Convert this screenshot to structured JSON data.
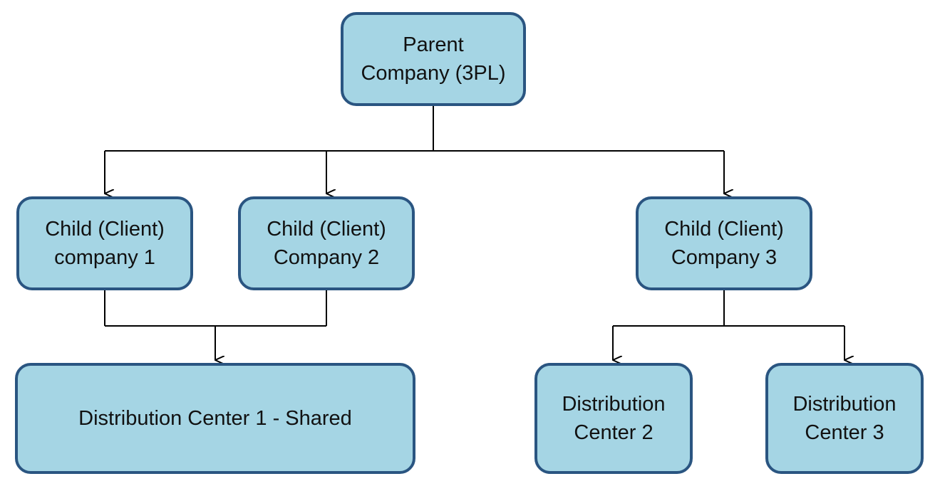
{
  "diagram": {
    "nodes": {
      "parent": {
        "line1": "Parent",
        "line2": "Company (3PL)"
      },
      "child1": {
        "line1": "Child (Client)",
        "line2": "company 1"
      },
      "child2": {
        "line1": "Child (Client)",
        "line2": "Company 2"
      },
      "child3": {
        "line1": "Child (Client)",
        "line2": "Company 3"
      },
      "dc1": {
        "line1": "Distribution Center 1 - Shared"
      },
      "dc2": {
        "line1": "Distribution",
        "line2": "Center 2"
      },
      "dc3": {
        "line1": "Distribution",
        "line2": "Center 3"
      }
    },
    "edges": [
      {
        "from": "parent",
        "to": "child1"
      },
      {
        "from": "parent",
        "to": "child2"
      },
      {
        "from": "parent",
        "to": "child3"
      },
      {
        "from": "child1",
        "to": "dc1"
      },
      {
        "from": "child2",
        "to": "dc1"
      },
      {
        "from": "child3",
        "to": "dc2"
      },
      {
        "from": "child3",
        "to": "dc3"
      }
    ],
    "colors": {
      "node_fill": "#a5d5e4",
      "node_border": "#2a5581",
      "connector": "#000000",
      "text": "#111111"
    }
  }
}
